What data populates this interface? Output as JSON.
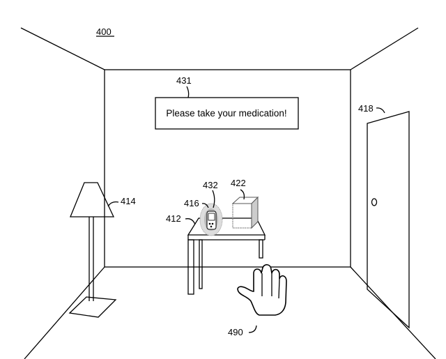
{
  "figure_label": "400",
  "sign": {
    "ref": "431",
    "text": "Please take your medication!"
  },
  "labels": {
    "door": "418",
    "lamp": "414",
    "phone_alert": "432",
    "box": "422",
    "phone": "416",
    "table": "412",
    "hand": "490"
  }
}
